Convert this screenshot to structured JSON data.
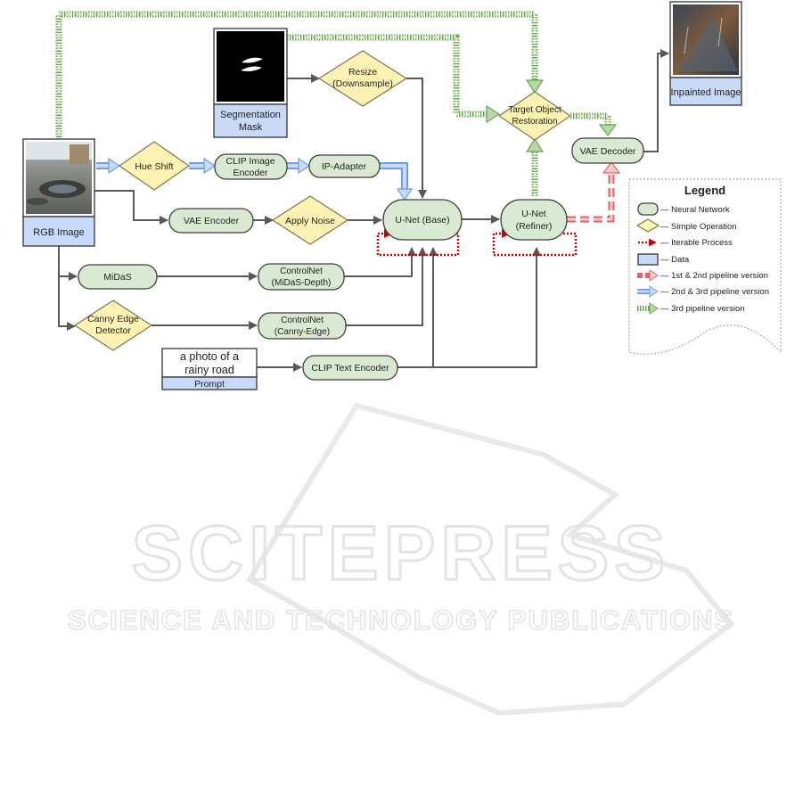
{
  "colors": {
    "neural_network": "#d9ead3",
    "simple_operation": "#fff2b3",
    "data": "#c9daf8",
    "iterable": "#cc0000",
    "pipeline_12": "#e06666",
    "pipeline_23": "#6d9eeb",
    "pipeline_3": "#93c47d",
    "edge": "#595959"
  },
  "nodes": {
    "rgb_image": "RGB Image",
    "segmentation_mask_l1": "Segmentation",
    "segmentation_mask_l2": "Mask",
    "inpainted_image": "Inpainted Image",
    "prompt_text_l1": "a photo of a",
    "prompt_text_l2": "rainy road",
    "prompt_label": "Prompt",
    "resize_l1": "Resize",
    "resize_l2": "(Downsample)",
    "hue_shift": "Hue Shift",
    "clip_image_encoder_l1": "CLIP Image",
    "clip_image_encoder_l2": "Encoder",
    "ip_adapter": "IP-Adapter",
    "vae_encoder": "VAE Encoder",
    "apply_noise": "Apply Noise",
    "unet_base": "U-Net (Base)",
    "unet_refiner_l1": "U-Net",
    "unet_refiner_l2": "(Refiner)",
    "target_object_restoration_l1": "Target Object",
    "target_object_restoration_l2": "Restoration",
    "vae_decoder": "VAE Decoder",
    "midas": "MiDaS",
    "controlnet_midas_l1": "ControlNet",
    "controlnet_midas_l2": "(MiDaS-Depth)",
    "canny_l1": "Canny Edge",
    "canny_l2": "Detector",
    "controlnet_canny_l1": "ControlNet",
    "controlnet_canny_l2": "(Canny-Edge)",
    "clip_text_encoder": "CLIP Text Encoder"
  },
  "legend": {
    "title": "Legend",
    "items": [
      {
        "label": "— Neural Network",
        "icon": "neural-network-swatch"
      },
      {
        "label": "— Simple Operation",
        "icon": "simple-operation-swatch"
      },
      {
        "label": "— Iterable Process",
        "icon": "iterable-arrow"
      },
      {
        "label": "— Data",
        "icon": "data-swatch"
      },
      {
        "label": "— 1st & 2nd pipeline version",
        "icon": "pipeline-12-arrow"
      },
      {
        "label": "— 2nd & 3rd pipeline version",
        "icon": "pipeline-23-arrow"
      },
      {
        "label": "— 3rd pipeline version",
        "icon": "pipeline-3-arrow"
      }
    ]
  },
  "watermark": {
    "line1": "SCITEPRESS",
    "line2": "SCIENCE AND TECHNOLOGY PUBLICATIONS"
  }
}
